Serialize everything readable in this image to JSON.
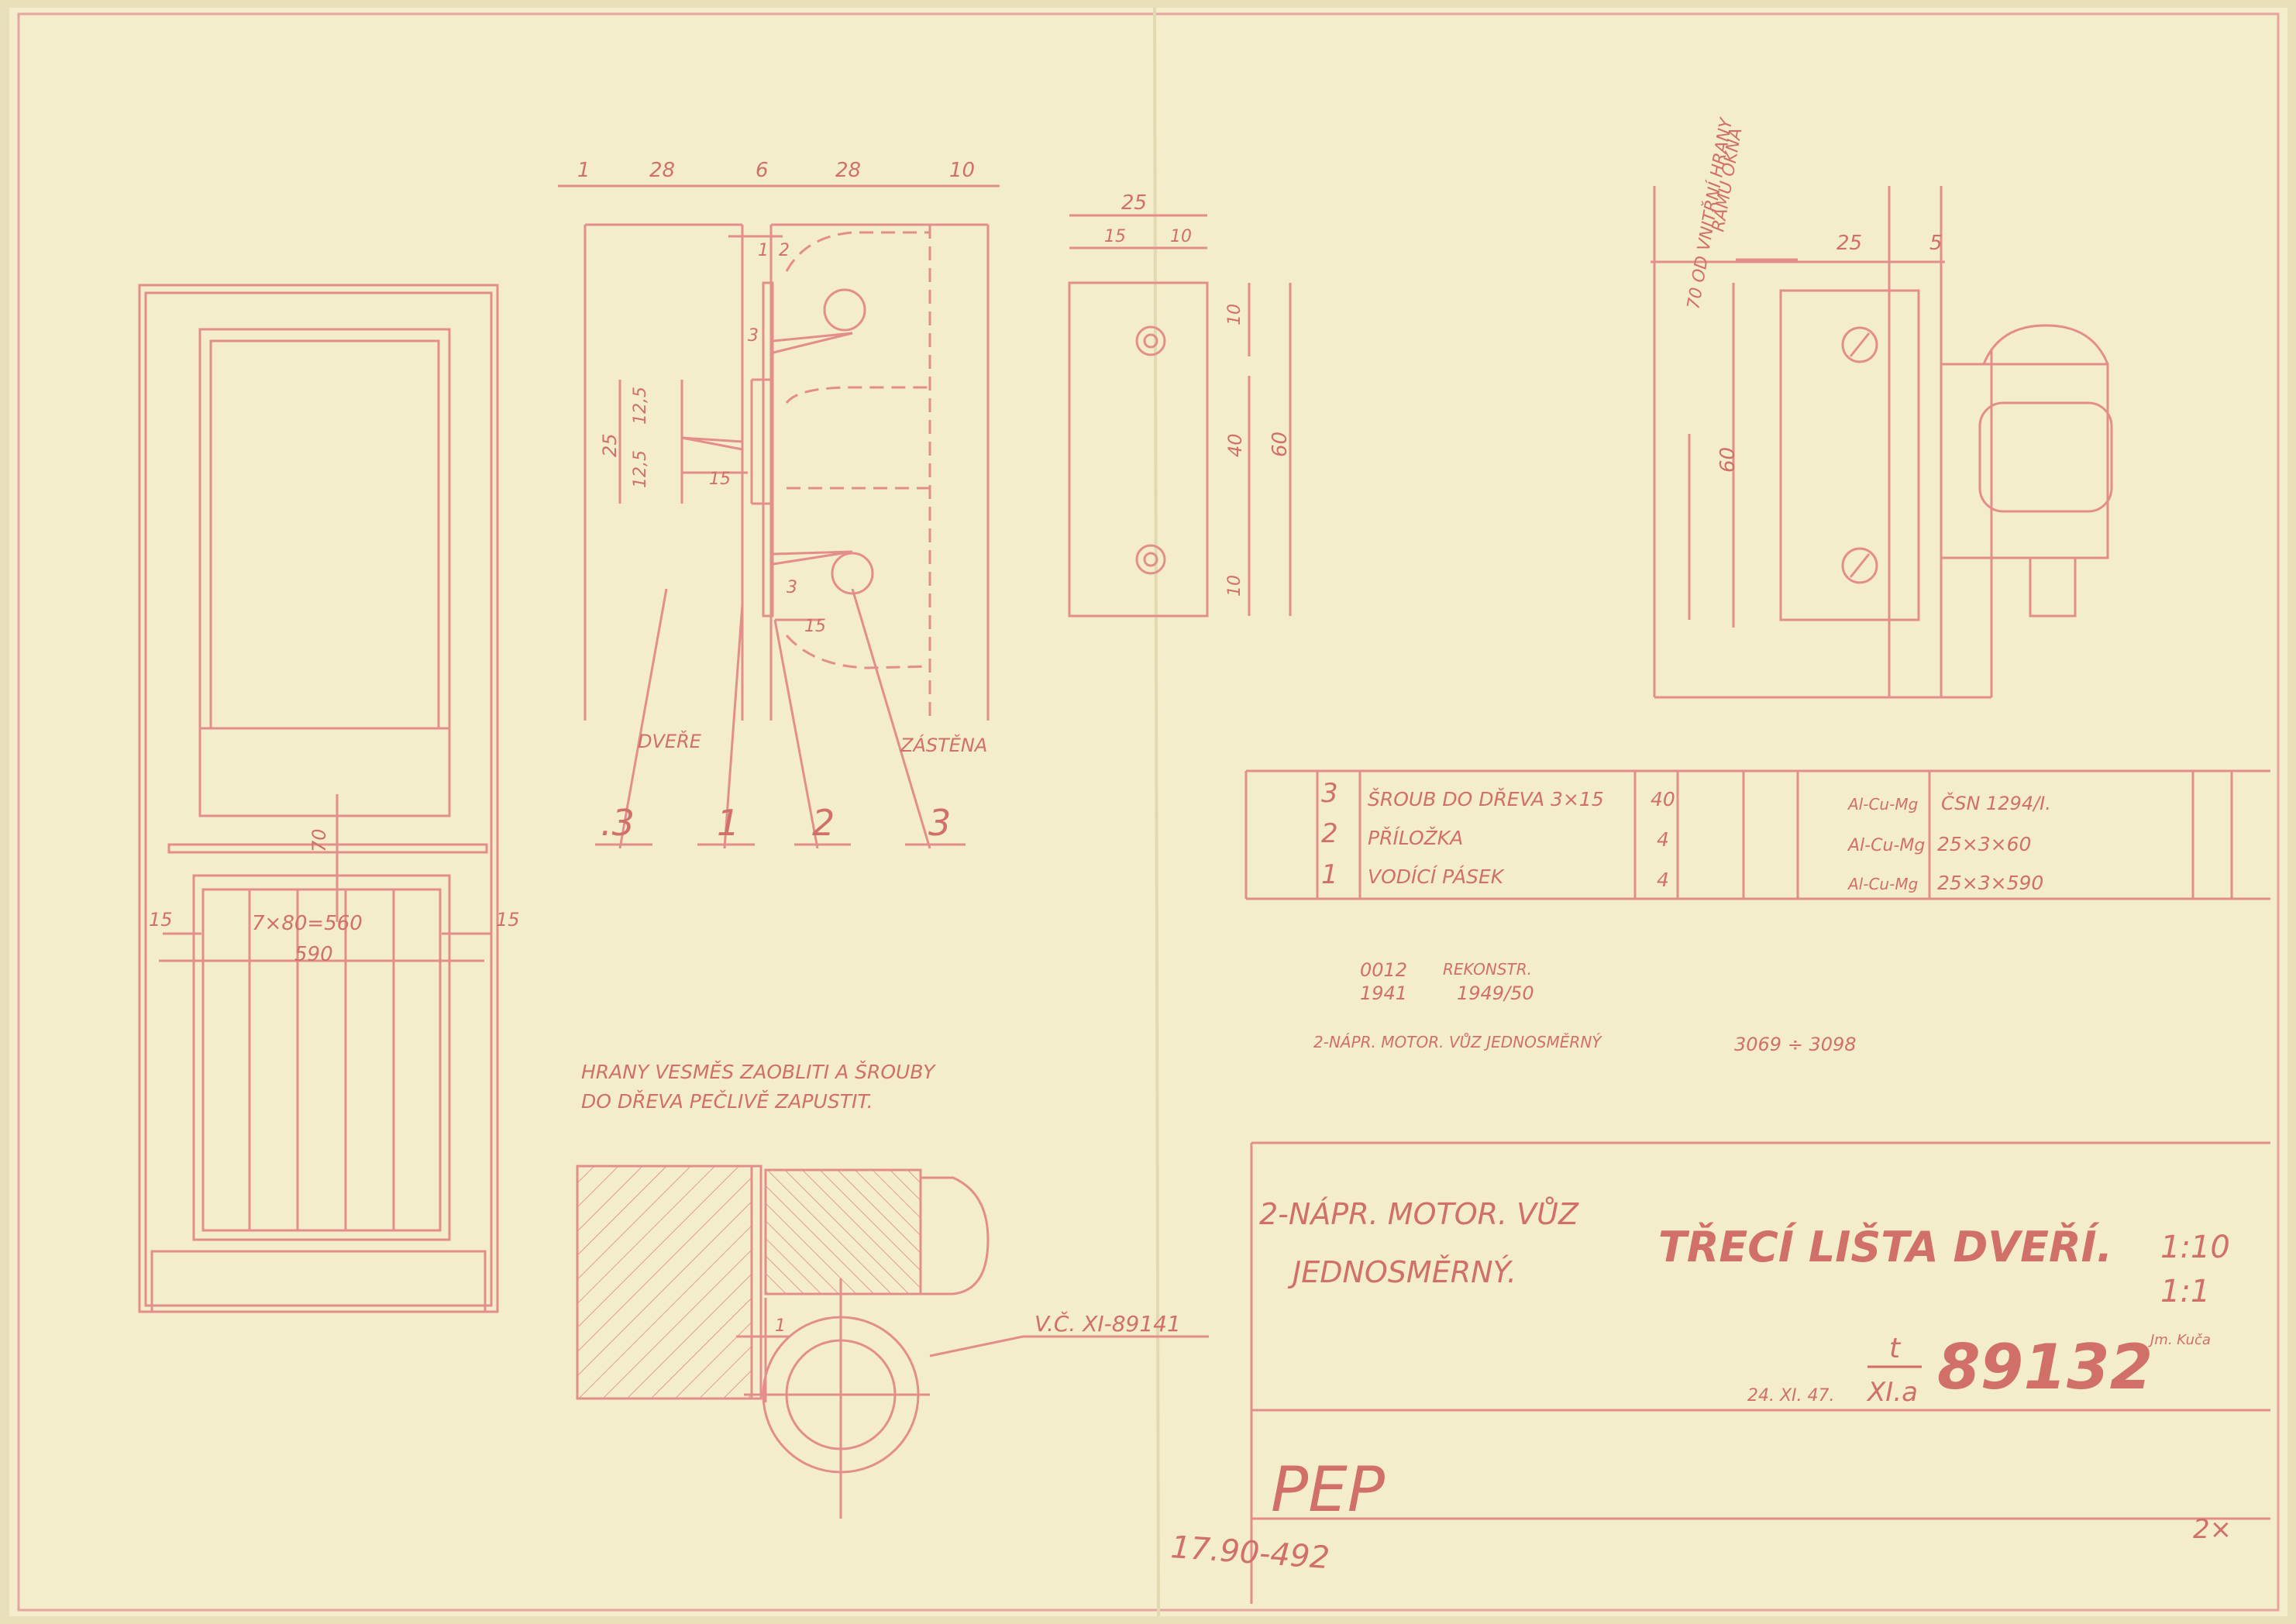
{
  "colors": {
    "paper": "#f2ecca",
    "ink": "#e38e8a",
    "ink_dark": "#d06862",
    "annotation": "#b8304a"
  },
  "drawing": {
    "title_project_line1": "2-NÁPR. MOTOR. VŮZ",
    "title_project_line2": "JEDNOSMĚRNÝ.",
    "title_part": "TŘECÍ LIŠTA DVEŘÍ.",
    "scale_1": "1:10",
    "scale_2": "1:1",
    "date": "24. XI. 47.",
    "class_num": "t",
    "class_den": "XI.a",
    "drawing_number": "89132",
    "signature": "Jm. Kuča",
    "reference": "V.Č. XI-89141",
    "note_line1": "HRANY VESMĚS ZAOBLITI A ŠROUBY",
    "note_line2": "DO DŘEVA PEČLIVĚ ZAPUSTIT.",
    "stamp": "PEP",
    "archive_code": "17.90-492",
    "sheet_mark": "2×"
  },
  "labels": {
    "door": "DVEŘE",
    "screen": "ZÁSTĚNA",
    "callouts": [
      ".3",
      "1",
      "2",
      "3"
    ],
    "window_note_line1": "70  OD VNITŘNÍ HRANY",
    "window_note_line2": "RÁMU OKNA"
  },
  "dimensions": {
    "top_row": [
      "1",
      "28",
      "6",
      "28",
      "10"
    ],
    "detail_small": [
      "1",
      "2",
      "3",
      "3",
      "25",
      "12,5",
      "12,5",
      "15",
      "15"
    ],
    "strip_top": "25",
    "strip_top_split": [
      "15",
      "10"
    ],
    "strip_side": [
      "10",
      "40",
      "60",
      "10"
    ],
    "right_view_top": [
      "25",
      "5"
    ],
    "right_view_side": "60",
    "door_panel": [
      "70",
      "7×80=560",
      "590",
      "15",
      "15"
    ],
    "section_small": "1"
  },
  "parts_table": {
    "rows": [
      {
        "pos": "3",
        "name": "ŠROUB DO DŘEVA  3×15",
        "qty": "40",
        "material": "Al-Cu-Mg",
        "spec": "ČSN 1294/I."
      },
      {
        "pos": "2",
        "name": "PŘÍLOŽKA",
        "qty": "4",
        "material": "Al-Cu-Mg",
        "spec": "25×3×60"
      },
      {
        "pos": "1",
        "name": "VODÍCÍ PÁSEK",
        "qty": "4",
        "material": "Al-Cu-Mg",
        "spec": "25×3×590"
      }
    ],
    "meta_code": "0012",
    "meta_year": "1941",
    "meta_reconstr": "REKONSTR.",
    "meta_reconstr_year": "1949/50",
    "vehicle": "2-NÁPR. MOTOR. VŮZ JEDNOSMĚRNÝ",
    "vehicle_range": "3069 ÷ 3098"
  }
}
